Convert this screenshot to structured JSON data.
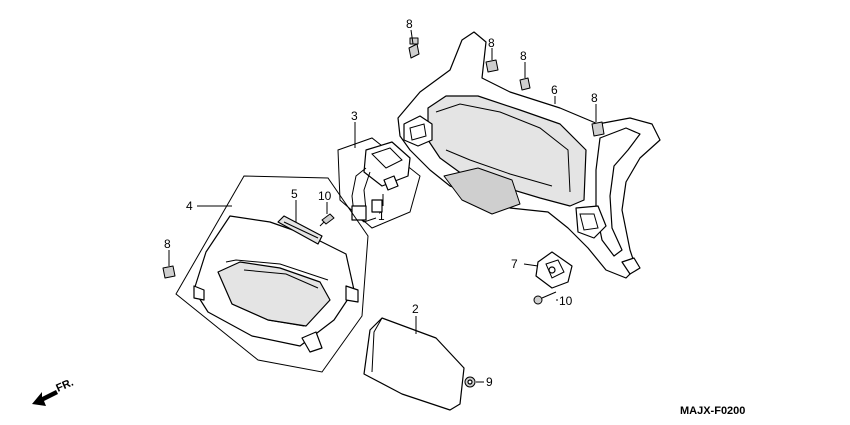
{
  "diagram": {
    "code": "MAJX-F0200",
    "direction_label": "FR.",
    "callouts": {
      "part_1": "1",
      "part_2": "2",
      "part_3": "3",
      "part_4": "4",
      "part_5": "5",
      "part_6": "6",
      "part_7": "7",
      "part_8a": "8",
      "part_8b": "8",
      "part_8c": "8",
      "part_8d": "8",
      "part_8e": "8",
      "part_9": "9",
      "part_10a": "10",
      "part_10b": "10"
    }
  }
}
